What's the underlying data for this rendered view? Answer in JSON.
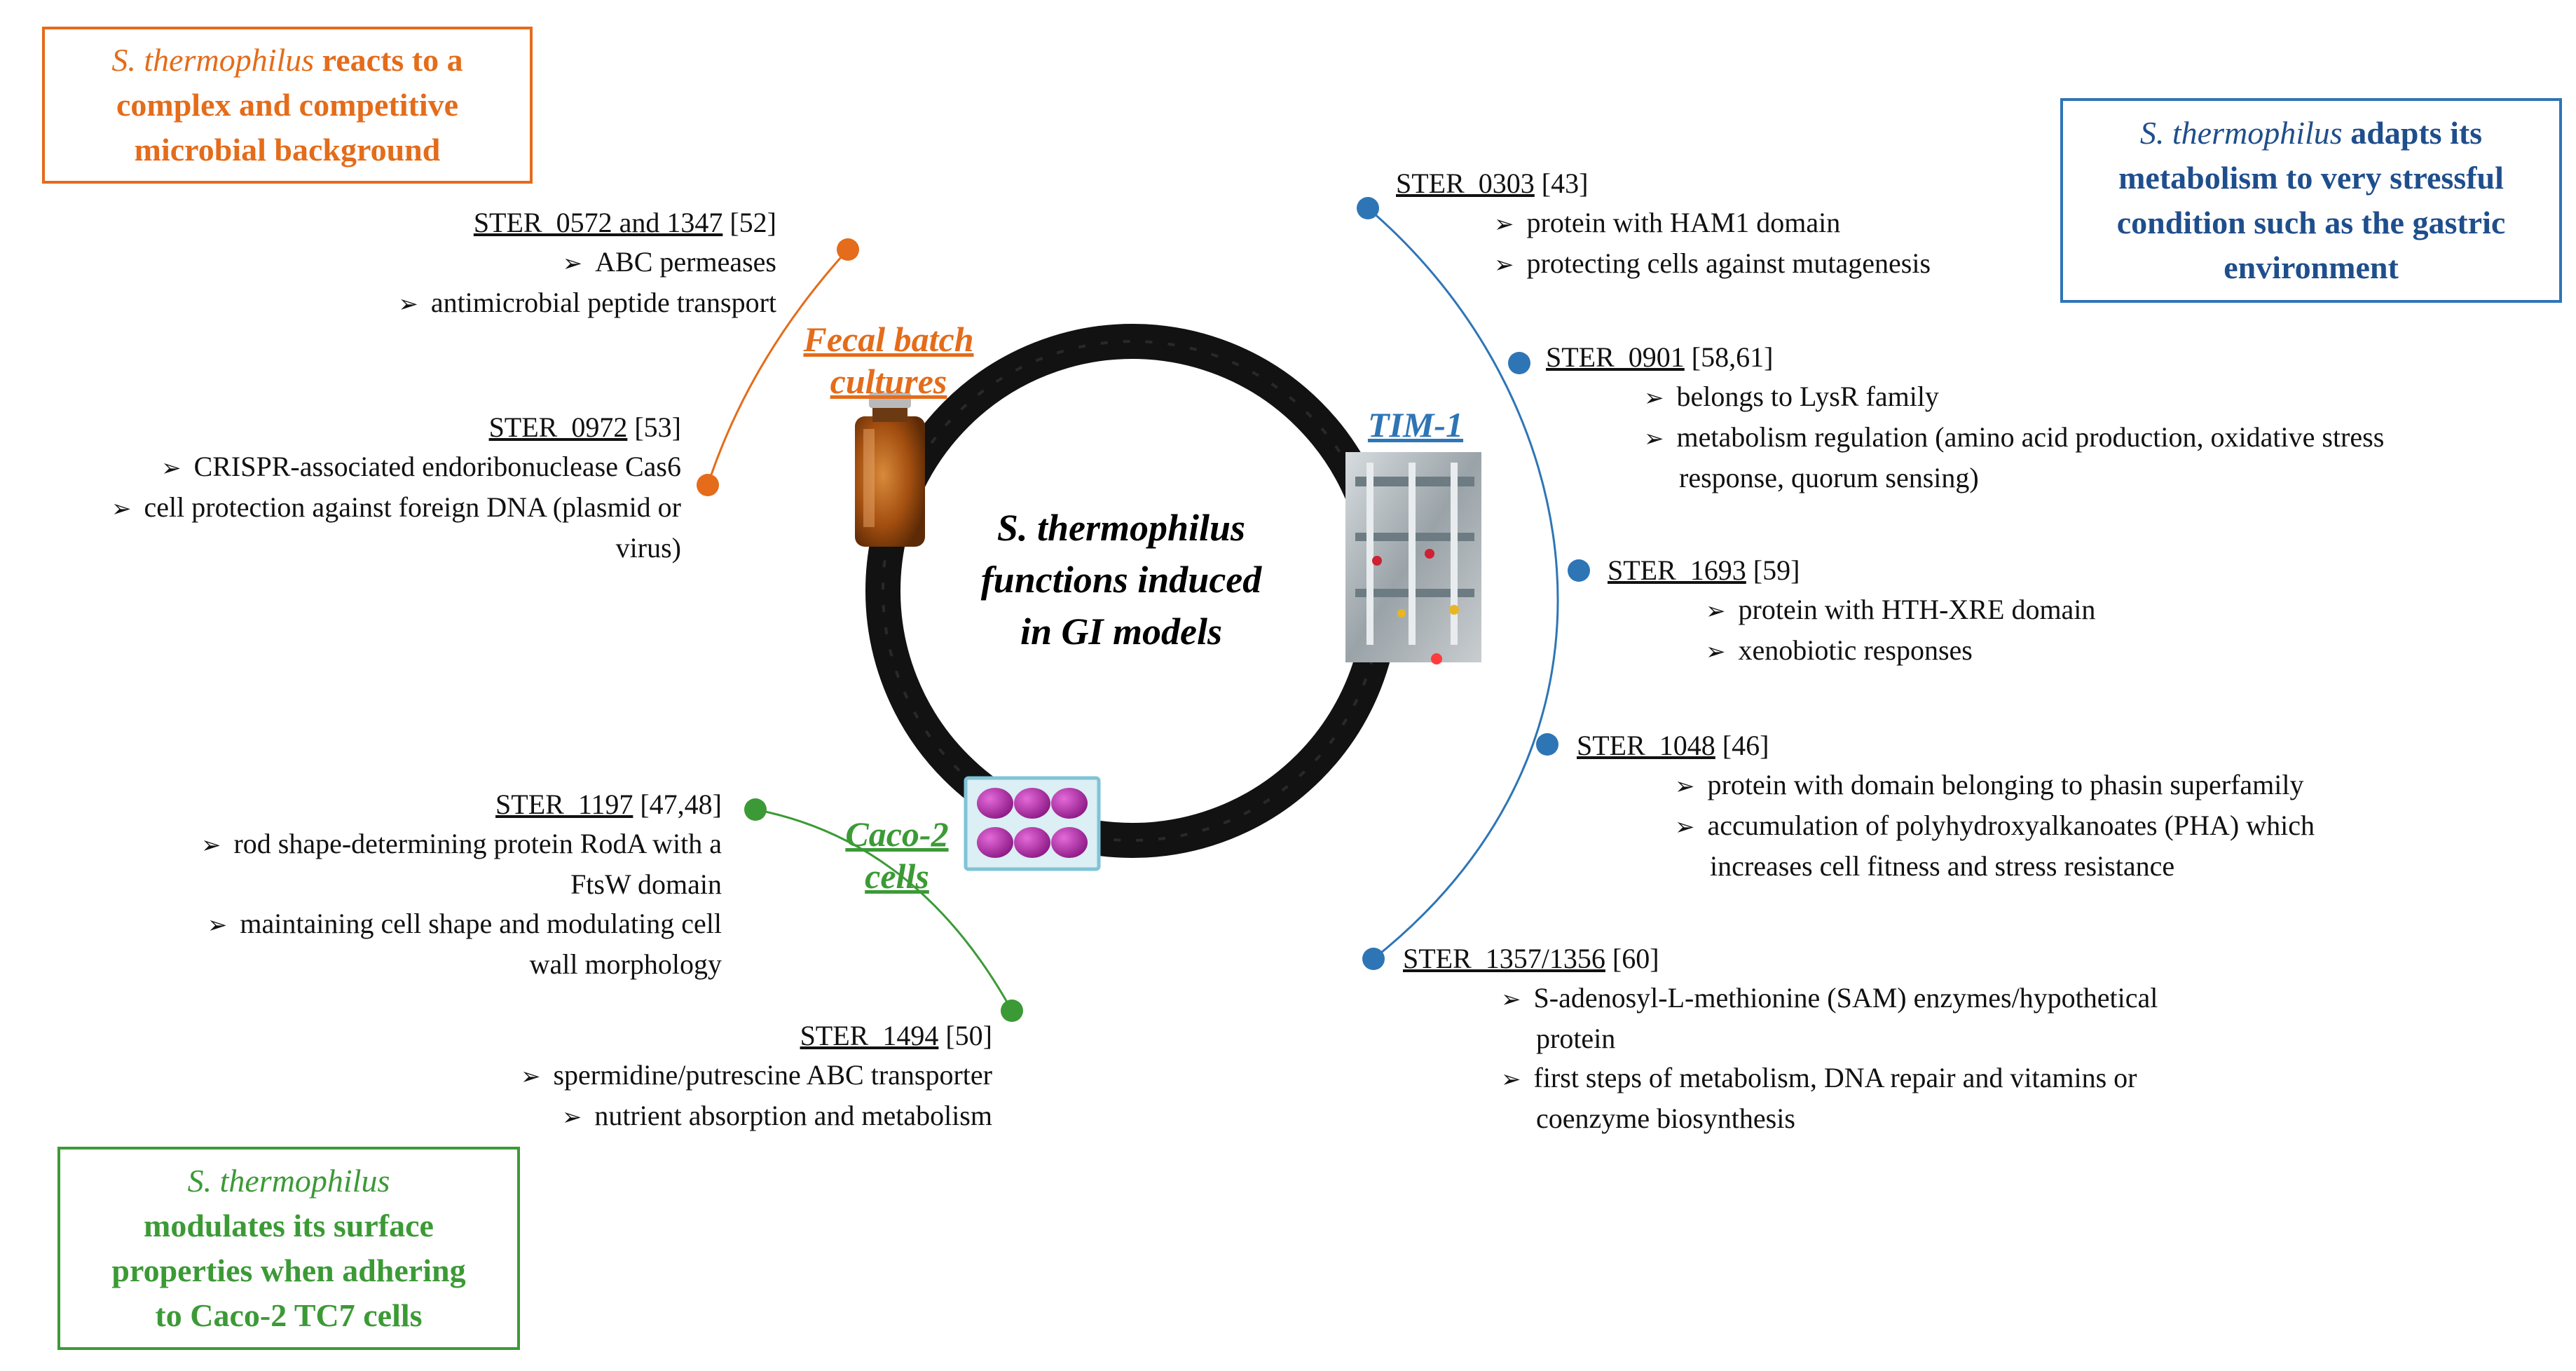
{
  "colors": {
    "orange": "#e46c1a",
    "blue": "#2e75b6",
    "blue_dark": "#1f4e8c",
    "green": "#3c9a36"
  },
  "center_title": [
    "S. thermophilus",
    "functions induced",
    "in GI models"
  ],
  "models": {
    "fecal": [
      "Fecal batch",
      "cultures"
    ],
    "tim": "TIM-1",
    "caco": [
      "Caco-2",
      "cells"
    ]
  },
  "boxes": {
    "orange": {
      "italic": "S. thermophilus",
      "lines": [
        "reacts to a",
        "complex and competitive",
        "microbial background"
      ]
    },
    "blue": {
      "italic": "S. thermophilus",
      "lines": [
        "adapts its",
        "metabolism to very stressful",
        "condition such as the gastric",
        "environment"
      ]
    },
    "green": {
      "italic": "S. thermophilus",
      "lines": [
        "modulates its surface",
        "properties when adhering",
        "to Caco-2 TC7 cells"
      ]
    }
  },
  "genes": {
    "g0572": {
      "name": "STER_0572 and 1347",
      "ref": "[52]",
      "bullets": [
        "ABC permeases",
        "antimicrobial peptide transport"
      ]
    },
    "g0972": {
      "name": "STER_0972",
      "ref": "[53]",
      "bullets": [
        "CRISPR-associated endoribonuclease Cas6",
        "cell protection against foreign DNA (plasmid or"
      ],
      "cont": "virus)"
    },
    "g0303": {
      "name": "STER_0303",
      "ref": "[43]",
      "bullets": [
        "protein with HAM1 domain",
        "protecting cells against mutagenesis"
      ]
    },
    "g0901": {
      "name": "STER_0901",
      "ref": "[58,61]",
      "bullets": [
        "belongs to LysR family",
        "metabolism regulation (amino acid production, oxidative stress"
      ],
      "cont": "response, quorum sensing)"
    },
    "g1693": {
      "name": "STER_1693",
      "ref": "[59]",
      "bullets": [
        "protein with HTH-XRE domain",
        "xenobiotic responses"
      ]
    },
    "g1048": {
      "name": "STER_1048",
      "ref": "[46]",
      "bullets": [
        "protein with domain belonging to phasin superfamily",
        "accumulation of polyhydroxyalkanoates (PHA) which"
      ],
      "cont": "increases cell fitness and stress resistance"
    },
    "g1357": {
      "name": "STER_1357/1356",
      "ref": "[60]",
      "bullets": [
        "S-adenosyl-L-methionine (SAM) enzymes/hypothetical",
        "first steps of metabolism, DNA repair and vitamins or"
      ],
      "conts": [
        "protein",
        "coenzyme biosynthesis"
      ]
    },
    "g1197": {
      "name": "STER_1197",
      "ref": "[47,48]",
      "bullets": [
        "rod shape-determining protein RodA with a",
        "maintaining cell shape and modulating cell"
      ],
      "conts": [
        "FtsW domain",
        "wall morphology"
      ]
    },
    "g1494": {
      "name": "STER_1494",
      "ref": "[50]",
      "bullets": [
        "spermidine/putrescine ABC transporter",
        "nutrient absorption and metabolism"
      ]
    }
  }
}
